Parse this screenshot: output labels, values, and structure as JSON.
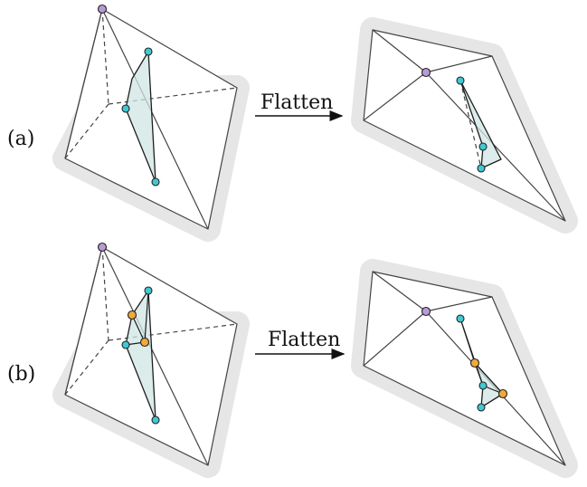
{
  "figure": {
    "rows": [
      {
        "label": "(a)",
        "arrow_label": "Flatten"
      },
      {
        "label": "(b)",
        "arrow_label": "Flatten"
      }
    ]
  },
  "colors": {
    "apex_vertex": "#b79ad6",
    "patch_vertex": "#3fc9d3",
    "inserted_vertex": "#f2a93b",
    "patch_fill": "#cfe6e4",
    "halo": "#e6e6e6"
  }
}
